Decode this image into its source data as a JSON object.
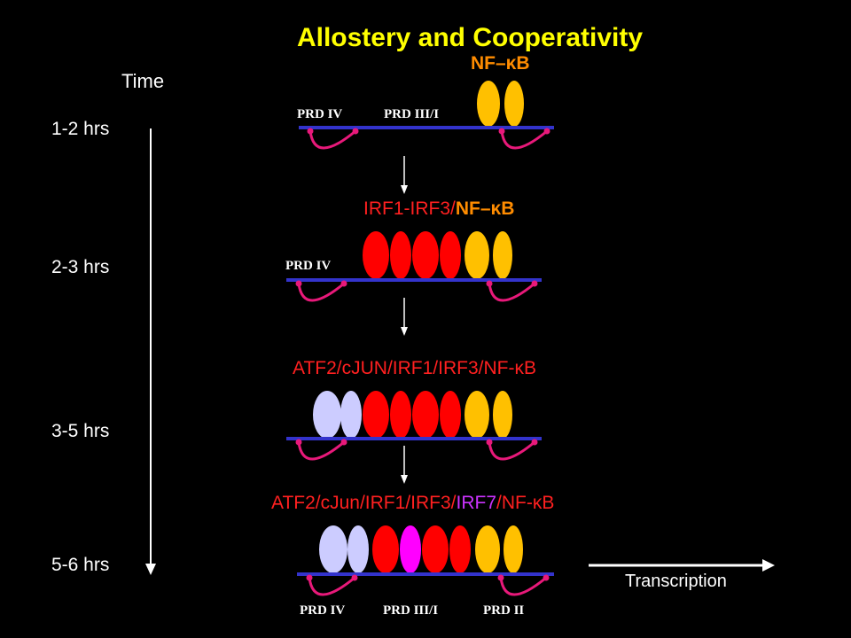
{
  "title": "Allostery and Cooperativity",
  "time_label": "Time",
  "time_marks": [
    "1-2 hrs",
    "2-3 hrs",
    "3-5 hrs",
    "5-6 hrs"
  ],
  "colors": {
    "background": "#000000",
    "title": "#FFFF00",
    "dna": "#3333CC",
    "loop": "#E8197A",
    "nfkb": "#FFC000",
    "irf": "#FF0000",
    "atf_cjun": "#CCCCFF",
    "irf7": "#FF00FF",
    "label_red": "#FF2020",
    "label_orange": "#FF8C00",
    "arrow": "#FFFFFF"
  },
  "stages": [
    {
      "label_parts": [
        {
          "text": "NF–κB",
          "color": "#FF8C00",
          "bold": true
        }
      ],
      "prd_labels": [
        "PRD IV",
        "PRD III/I"
      ],
      "proteins": [
        "nfkb",
        "nfkb"
      ]
    },
    {
      "label_parts": [
        {
          "text": "IRF1-IRF3/",
          "color": "#FF2020",
          "bold": false
        },
        {
          "text": "NF–κB",
          "color": "#FF8C00",
          "bold": true
        }
      ],
      "prd_labels": [
        "PRD IV"
      ],
      "proteins": [
        "irf",
        "irf",
        "irf",
        "irf",
        "nfkb",
        "nfkb"
      ]
    },
    {
      "label_parts": [
        {
          "text": "ATF2/cJUN/IRF1/IRF3/NF-κB",
          "color": "#FF2020",
          "bold": false
        }
      ],
      "prd_labels": [],
      "proteins": [
        "atf",
        "atf",
        "irf",
        "irf",
        "irf",
        "irf",
        "nfkb",
        "nfkb"
      ]
    },
    {
      "label_parts": [
        {
          "text": "ATF2/cJun/IRF1/IRF3/",
          "color": "#FF2020",
          "bold": false
        },
        {
          "text": "IRF7",
          "color": "#CC33FF",
          "bold": false
        },
        {
          "text": "/NF-κB",
          "color": "#FF2020",
          "bold": false
        }
      ],
      "prd_labels": [
        "PRD IV",
        "PRD III/I",
        "PRD II"
      ],
      "proteins": [
        "atf",
        "atf",
        "irf",
        "irf7",
        "irf",
        "irf",
        "nfkb",
        "nfkb"
      ]
    }
  ],
  "transcription_label": "Transcription"
}
